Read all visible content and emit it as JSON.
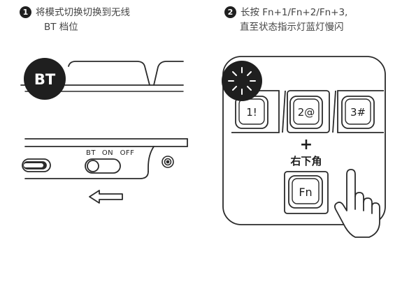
{
  "steps": [
    {
      "number": "1",
      "line1": "将模式切换切换到无线",
      "line2": "BT 档位"
    },
    {
      "number": "2",
      "line1": "长按 Fn+1/Fn+2/Fn+3,",
      "line2": "直至状态指示灯蓝灯慢闪"
    }
  ],
  "left_illustration": {
    "bt_badge": "BT",
    "switch_labels": {
      "bt": "BT",
      "on": "ON",
      "off": "OFF"
    }
  },
  "right_illustration": {
    "keys": [
      "1!",
      "2@",
      "3#"
    ],
    "plus": "+",
    "corner_label": "右下角",
    "fn_key": "Fn"
  },
  "colors": {
    "ink": "#1f1f1f",
    "line": "#333333",
    "bg": "#ffffff"
  }
}
